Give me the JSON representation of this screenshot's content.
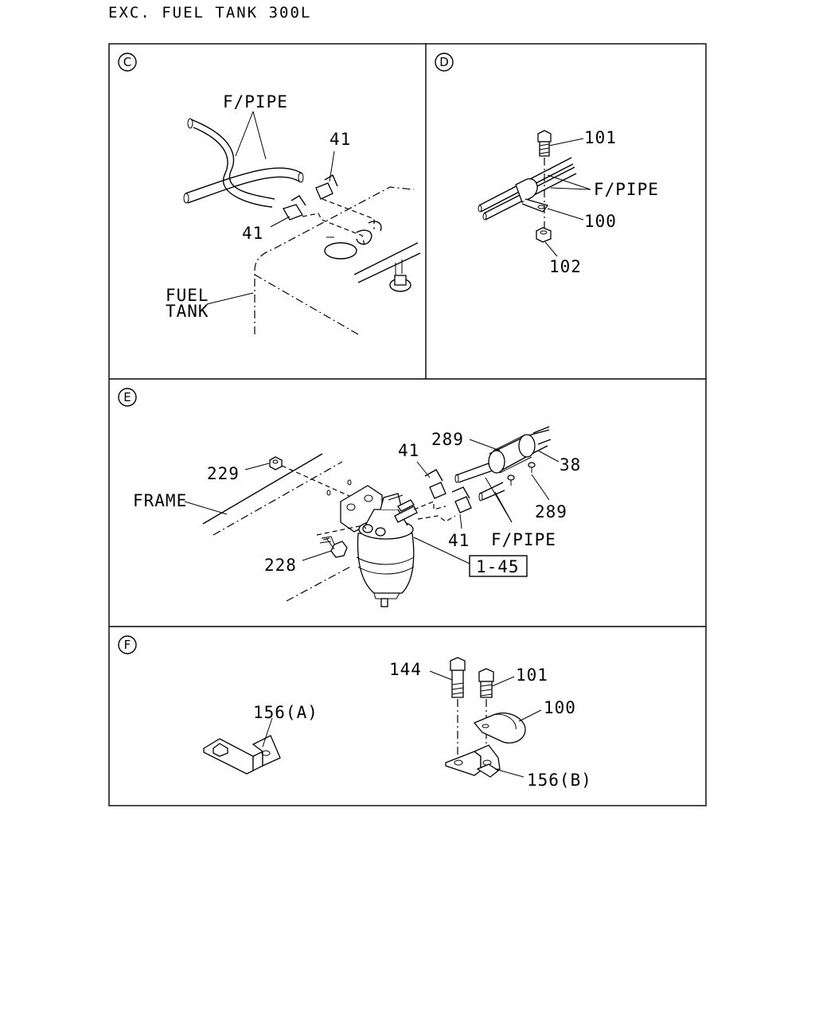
{
  "header": {
    "title": "EXC.  FUEL TANK 300L"
  },
  "panels": {
    "c": {
      "marker": "C",
      "labels": {
        "fpipe": "F/PIPE",
        "clip_top": "41",
        "clip_bottom": "41",
        "fuel": "FUEL",
        "tank": "TANK"
      }
    },
    "d": {
      "marker": "D",
      "labels": {
        "bolt": "101",
        "fpipe": "F/PIPE",
        "clamp": "100",
        "nut": "102"
      }
    },
    "e": {
      "marker": "E",
      "labels": {
        "clamp_top": "289",
        "hose": "38",
        "clamp_bottom": "289",
        "nut": "229",
        "clip_top": "41",
        "clip_bottom": "41",
        "frame": "FRAME",
        "fpipe": "F/PIPE",
        "bolt": "228",
        "filter_ref": "1-45"
      }
    },
    "f": {
      "marker": "F",
      "labels": {
        "bolt_long": "144",
        "bolt_short": "101",
        "clamp": "100",
        "bracket_a": "156(A)",
        "bracket_b": "156(B)"
      }
    }
  }
}
